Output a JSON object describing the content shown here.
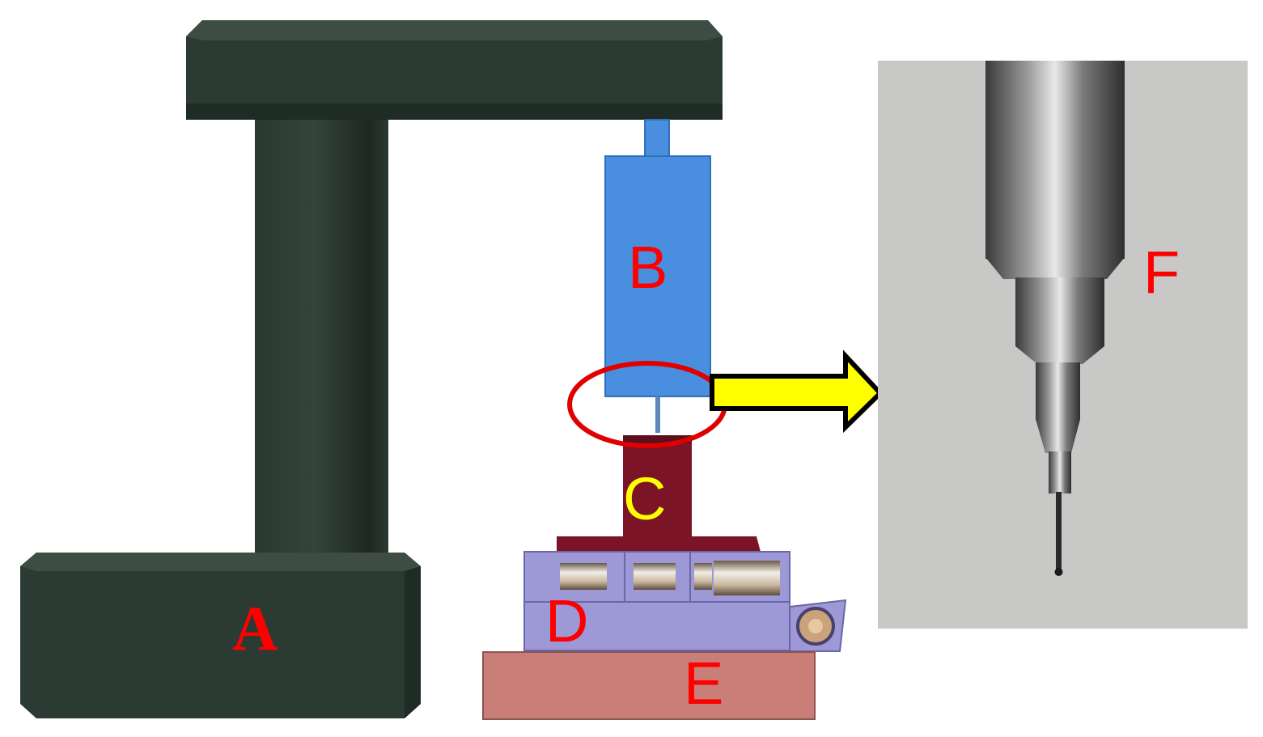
{
  "labels": {
    "a": "A",
    "b": "B",
    "c": "C",
    "d": "D",
    "e": "E",
    "f": "F"
  },
  "colors": {
    "frame": "#2b3a32",
    "frame_dark": "#1f2b25",
    "frame_bevel": "#3d4d44",
    "spindle": "#4a8ee0",
    "spindle_edge": "#2f6fbf",
    "workpiece": "#7a1426",
    "stage": "#9d98d6",
    "stage_edge": "#6b66a8",
    "base": "#c97f78",
    "base_edge": "#8a5450",
    "label_red": "#ff0000",
    "label_yellow": "#ffff00",
    "highlight_ellipse": "#e00000",
    "arrow_fill": "#ffff00",
    "arrow_stroke": "#000000",
    "photo_bg": "#c8c8c6"
  }
}
